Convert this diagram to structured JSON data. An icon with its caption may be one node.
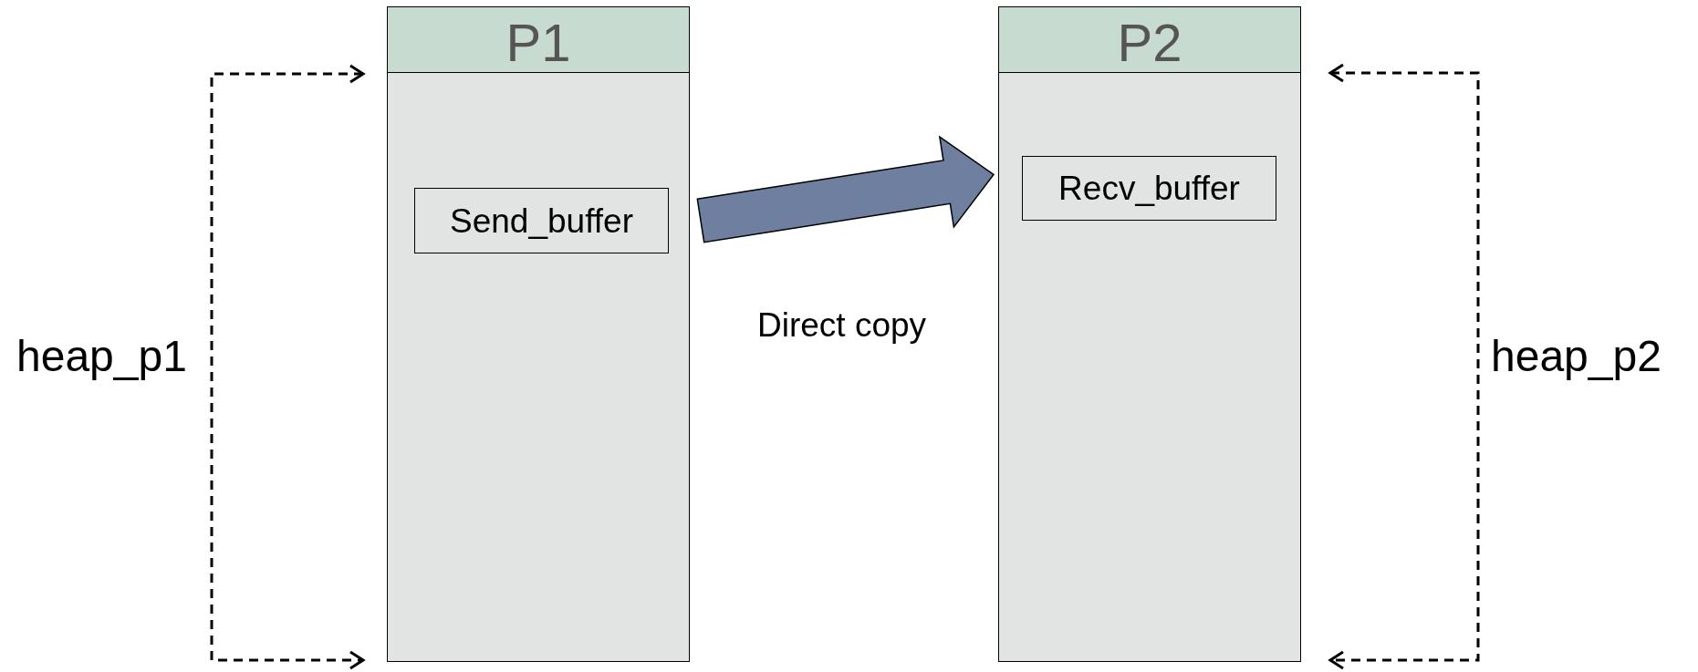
{
  "diagram": {
    "nodes": [
      {
        "text": [
          "P1"
        ]
      },
      {
        "text": [
          "Send_buffer"
        ],
        "in": 0
      },
      {
        "text": [
          "P2"
        ]
      },
      {
        "text": [
          "Recv_buffer"
        ],
        "in": 2
      }
    ],
    "edges": [
      {
        "from": 1,
        "to": 3,
        "arrow": "to",
        "label": "Direct copy",
        "style": "thick",
        "color": "#6e7fa0"
      }
    ],
    "labels": [
      "heap_p1",
      "heap_p2"
    ]
  }
}
